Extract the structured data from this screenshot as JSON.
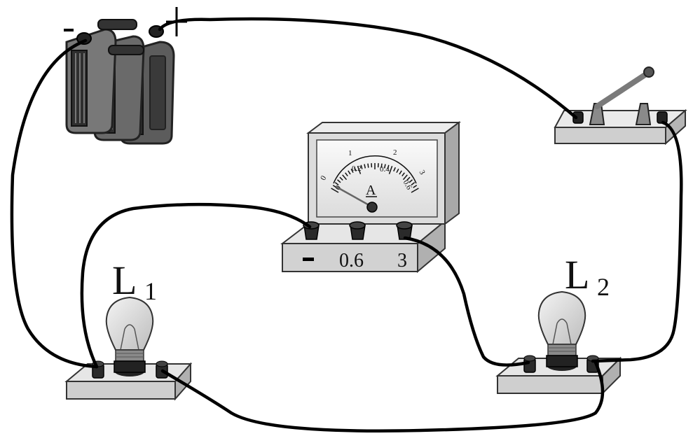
{
  "battery": {
    "negative_mark": "−",
    "positive_mark": "+"
  },
  "ammeter": {
    "unit_symbol": "A",
    "scale_upper": [
      "0",
      "1",
      "2",
      "3"
    ],
    "scale_lower": [
      "0",
      "0.2",
      "0.4",
      "0.6"
    ],
    "terminals": [
      "−",
      "0.6",
      "3"
    ]
  },
  "lamps": [
    {
      "label": "L",
      "subscript": "1"
    },
    {
      "label": "L",
      "subscript": "2"
    }
  ]
}
